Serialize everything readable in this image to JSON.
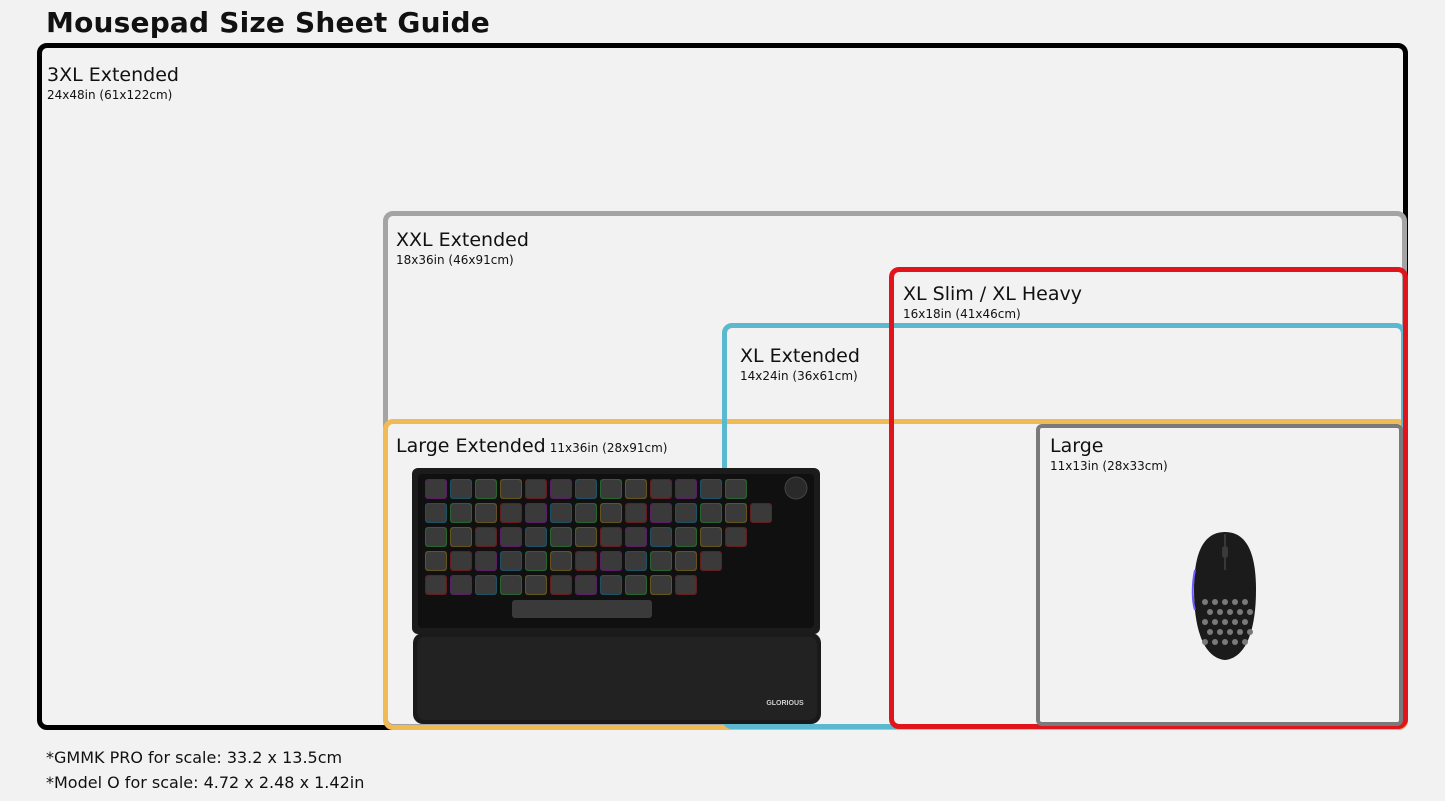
{
  "title": "Mousepad Size Sheet Guide",
  "sizes": {
    "xxxl": {
      "name": "3XL Extended",
      "dims": "24x48in (61x122cm)",
      "color": "#000000"
    },
    "xxl": {
      "name": "XXL Extended",
      "dims": "18x36in (46x91cm)",
      "color": "#a4a4a4"
    },
    "xl_slim": {
      "name": "XL Slim / XL Heavy",
      "dims": "16x18in (41x46cm)",
      "color": "#e2141b"
    },
    "xl_ext": {
      "name": "XL Extended",
      "dims": "14x24in (36x61cm)",
      "color": "#5ab8cf"
    },
    "large_ext": {
      "name": "Large Extended",
      "dims": "11x36in (28x91cm)",
      "color": "#f0bb55"
    },
    "large": {
      "name": "Large",
      "dims": "11x13in (28x33cm)",
      "color": "#7a7a7a"
    }
  },
  "illustrations": {
    "keyboard": "keyboard-icon",
    "wrist_rest": "wrist-rest-icon",
    "mouse": "mouse-icon",
    "keyboard_logo": "GLORIOUS"
  },
  "notes": [
    "*GMMK PRO for scale: 33.2 x 13.5cm",
    "*Model O for scale: 4.72 x 2.48 x 1.42in"
  ]
}
